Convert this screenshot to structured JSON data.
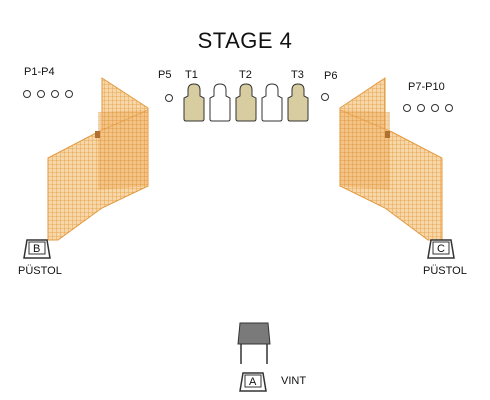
{
  "title": "STAGE 4",
  "labels": {
    "p1_p4": "P1-P4",
    "p5": "P5",
    "t1": "T1",
    "t2": "T2",
    "t3": "T3",
    "p6": "P6",
    "p7_p10": "P7-P10",
    "pos_b": "B",
    "pos_c": "C",
    "pos_a": "A",
    "pistol_left": "PÜSTOL",
    "pistol_right": "PÜSTOL",
    "rifle": "VINT"
  },
  "colors": {
    "fence": "#e8a048",
    "fence_light": "#f3c27e",
    "target_tan": "#d8cda0",
    "target_white": "#ffffff",
    "outline": "#333333",
    "table_top": "#7a7a7a"
  }
}
